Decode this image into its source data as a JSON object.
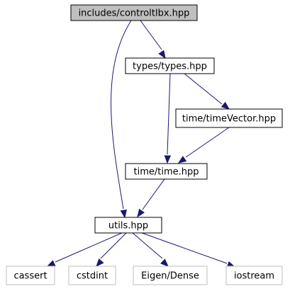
{
  "graph": {
    "nodes": [
      {
        "id": "controltlbx",
        "label": "includes/controltlbx.hpp",
        "fill": "#bfbfbf",
        "stroke": "#000000",
        "text_color": "#000000"
      },
      {
        "id": "types",
        "label": "types/types.hpp",
        "fill": "#ffffff",
        "stroke": "#000000",
        "text_color": "#000000"
      },
      {
        "id": "timeVector",
        "label": "time/timeVector.hpp",
        "fill": "#ffffff",
        "stroke": "#000000",
        "text_color": "#000000"
      },
      {
        "id": "time",
        "label": "time/time.hpp",
        "fill": "#ffffff",
        "stroke": "#000000",
        "text_color": "#000000"
      },
      {
        "id": "utils",
        "label": "utils.hpp",
        "fill": "#ffffff",
        "stroke": "#000000",
        "text_color": "#000000"
      },
      {
        "id": "cassert",
        "label": "cassert",
        "fill": "#ffffff",
        "stroke": "#bfbfbf",
        "text_color": "#808080"
      },
      {
        "id": "cstdint",
        "label": "cstdint",
        "fill": "#ffffff",
        "stroke": "#bfbfbf",
        "text_color": "#808080"
      },
      {
        "id": "eigen",
        "label": "Eigen/Dense",
        "fill": "#ffffff",
        "stroke": "#bfbfbf",
        "text_color": "#808080"
      },
      {
        "id": "iostream",
        "label": "iostream",
        "fill": "#ffffff",
        "stroke": "#bfbfbf",
        "text_color": "#808080"
      }
    ],
    "edges": [
      {
        "from": "controltlbx",
        "to": "types"
      },
      {
        "from": "controltlbx",
        "to": "utils"
      },
      {
        "from": "types",
        "to": "timeVector"
      },
      {
        "from": "types",
        "to": "time"
      },
      {
        "from": "timeVector",
        "to": "time"
      },
      {
        "from": "time",
        "to": "utils"
      },
      {
        "from": "utils",
        "to": "cassert"
      },
      {
        "from": "utils",
        "to": "cstdint"
      },
      {
        "from": "utils",
        "to": "eigen"
      },
      {
        "from": "utils",
        "to": "iostream"
      }
    ],
    "edge_color": "#191970"
  }
}
